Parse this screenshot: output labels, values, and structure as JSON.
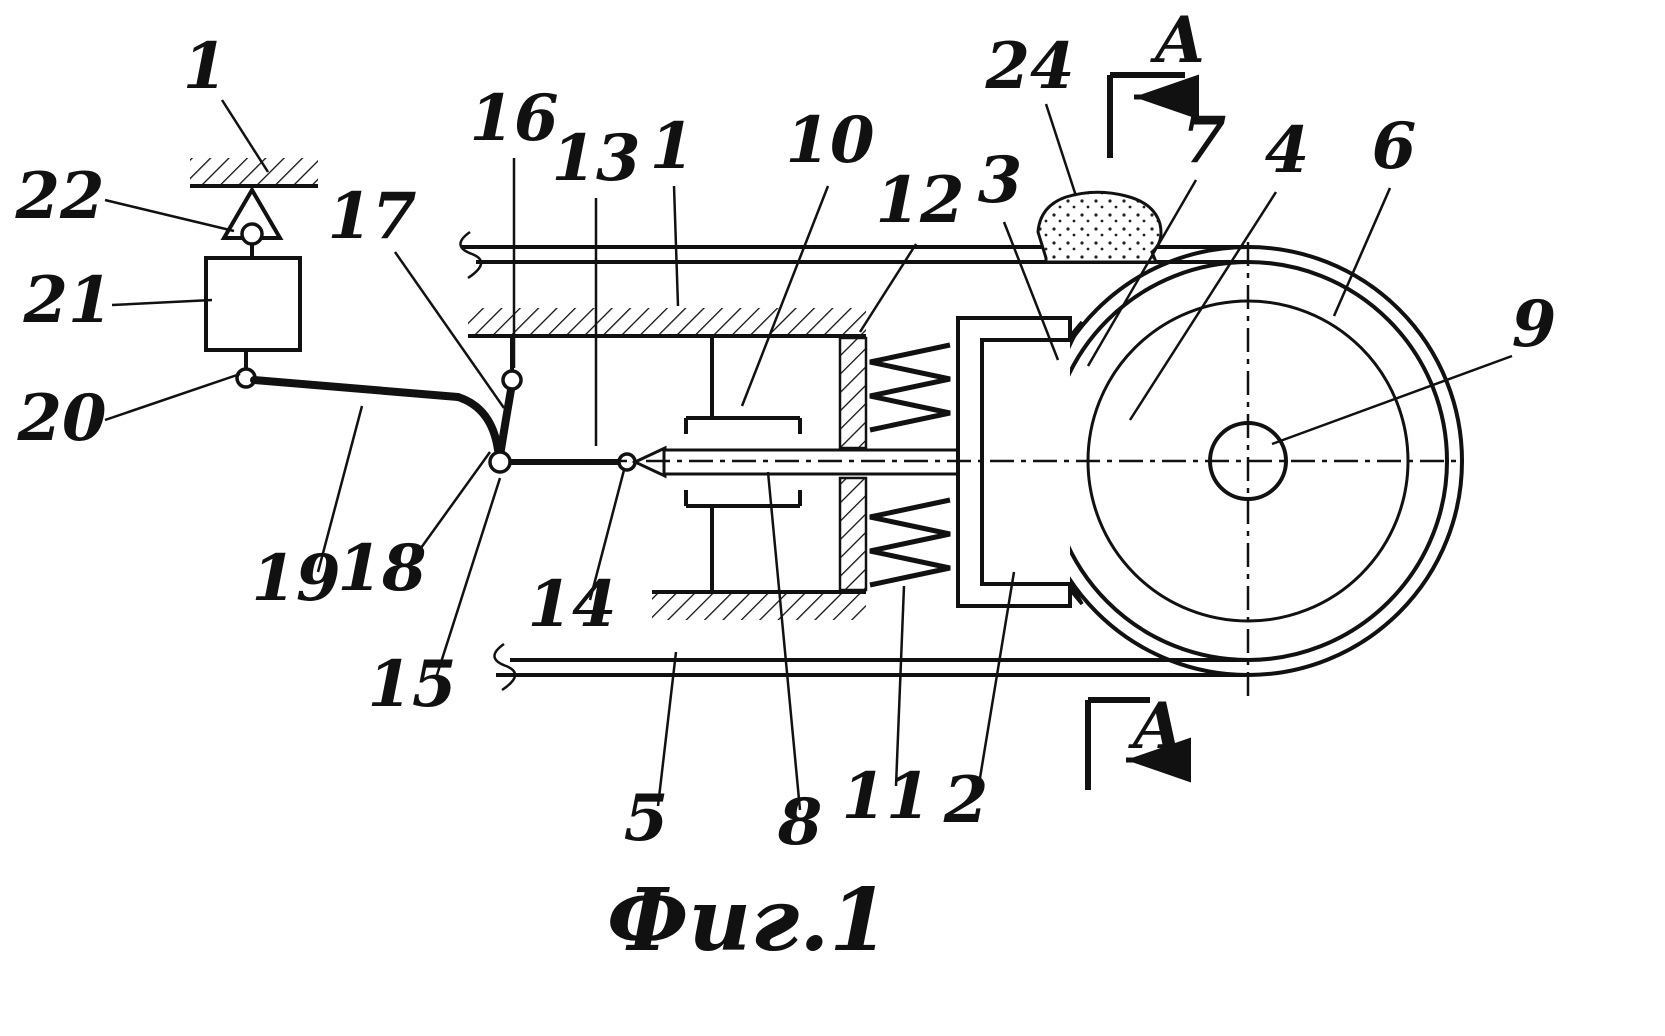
{
  "figure": {
    "caption": "Фиг.1"
  },
  "labels": {
    "part1_support": "1",
    "part22": "22",
    "part21": "21",
    "part20": "20",
    "part17": "17",
    "part16": "16",
    "part13": "13",
    "part1_wall": "1",
    "part10": "10",
    "part12": "12",
    "part3": "3",
    "part24": "24",
    "section_a_top": "A",
    "part7": "7",
    "part4": "4",
    "part6": "6",
    "part9": "9",
    "part19": "19",
    "part18": "18",
    "part15": "15",
    "part14": "14",
    "part5": "5",
    "part8": "8",
    "part11": "11",
    "part2": "2",
    "section_a_bottom": "A"
  }
}
